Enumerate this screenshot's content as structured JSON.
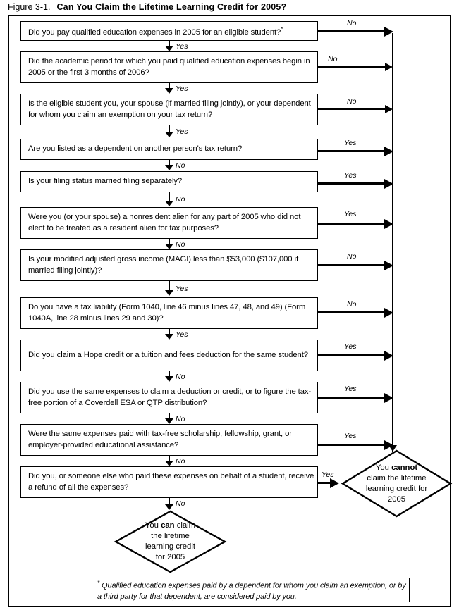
{
  "title": {
    "figure_label": "Figure 3-1.",
    "caption": "Can You Claim the Lifetime Learning Credit for 2005?"
  },
  "colors": {
    "line": "#000000",
    "background": "#ffffff",
    "text": "#000000"
  },
  "flow": {
    "steps": [
      {
        "id": "q1",
        "question": "Did you pay qualified education expenses in 2005 for an eligible student?",
        "footnote_marker": "*",
        "down_label": "Yes",
        "branch_label": "No"
      },
      {
        "id": "q2",
        "question": "Did the academic period for which you paid qualified education expenses begin in 2005 or the first 3 months of 2006?",
        "footnote_marker": "",
        "down_label": "Yes",
        "branch_label": "No"
      },
      {
        "id": "q3",
        "question": "Is the eligible student you, your spouse (if married filing jointly), or your dependent for whom you claim an exemption on your tax return?",
        "footnote_marker": "",
        "down_label": "Yes",
        "branch_label": "No"
      },
      {
        "id": "q4",
        "question": "Are you listed as a dependent on another person's tax return?",
        "footnote_marker": "",
        "down_label": "No",
        "branch_label": "Yes"
      },
      {
        "id": "q5",
        "question": "Is your filing status married filing separately?",
        "footnote_marker": "",
        "down_label": "No",
        "branch_label": "Yes"
      },
      {
        "id": "q6",
        "question": "Were you (or your spouse) a nonresident alien for any part of 2005 who did not elect to be treated as a resident alien for tax purposes?",
        "footnote_marker": "",
        "down_label": "No",
        "branch_label": "Yes"
      },
      {
        "id": "q7",
        "question": "Is your modified adjusted gross income (MAGI) less than $53,000 ($107,000 if married filing jointly)?",
        "footnote_marker": "",
        "down_label": "Yes",
        "branch_label": "No"
      },
      {
        "id": "q8",
        "question": "Do you have a tax liability (Form 1040, line 46 minus lines 47, 48, and 49) (Form 1040A, line 28 minus lines 29 and 30)?",
        "footnote_marker": "",
        "down_label": "Yes",
        "branch_label": "No"
      },
      {
        "id": "q9",
        "question": "Did you claim a Hope credit or a tuition and fees deduction for the same student?",
        "footnote_marker": "",
        "down_label": "No",
        "branch_label": "Yes"
      },
      {
        "id": "q10",
        "question": "Did you use the same expenses to claim a deduction or credit, or to figure the tax-free portion of a Coverdell ESA or QTP distribution?",
        "footnote_marker": "",
        "down_label": "No",
        "branch_label": "Yes"
      },
      {
        "id": "q11",
        "question": "Were the same expenses paid with tax-free scholarship, fellowship, grant, or employer-provided educational assistance?",
        "footnote_marker": "",
        "down_label": "No",
        "branch_label": "Yes"
      },
      {
        "id": "q12",
        "question": "Did you, or someone else who paid these expenses on behalf of a student, receive a refund of all the expenses?",
        "footnote_marker": "",
        "down_label": "No",
        "branch_label": "Yes"
      }
    ],
    "outcome_negative": {
      "line1_pre": "You ",
      "line1_bold": "cannot",
      "line2": "claim the lifetime",
      "line3": "learning credit for",
      "line4": "2005"
    },
    "outcome_positive": {
      "line1_pre": "You ",
      "line1_bold": "can",
      "line1_post": " claim",
      "line2": "the lifetime",
      "line3": "learning credit",
      "line4": "for 2005"
    }
  },
  "footnote": {
    "marker": "*",
    "text": "Qualified education expenses paid by a dependent for whom you claim an exemption, or by a third party for that dependent, are considered paid by you."
  }
}
